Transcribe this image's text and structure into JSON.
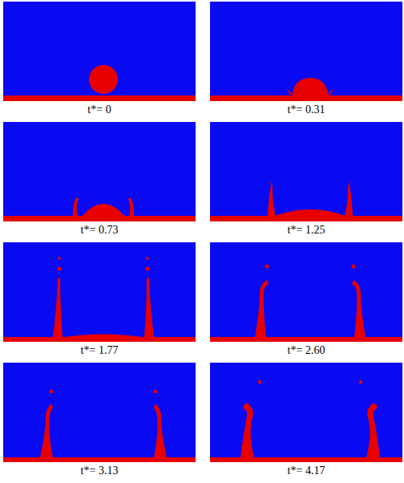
{
  "diagram": {
    "labels": [
      "t*= 0",
      "t*= 0.31",
      "t*= 0.73",
      "t*= 1.25",
      "t*= 1.77",
      "t*= 2.60",
      "t*= 3.13",
      "t*= 4.17"
    ]
  }
}
